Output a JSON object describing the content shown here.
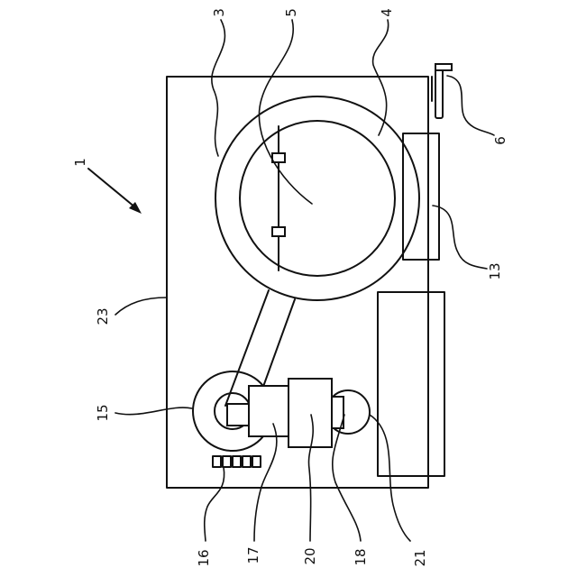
{
  "figure": {
    "labels": {
      "l1": "1",
      "l3": "3",
      "l4": "4",
      "l5": "5",
      "l6": "6",
      "l13": "13",
      "l15": "15",
      "l16": "16",
      "l17": "17",
      "l18": "18",
      "l20": "20",
      "l21": "21",
      "l23": "23"
    },
    "colors": {
      "line": "#111111",
      "background": "#ffffff"
    }
  }
}
